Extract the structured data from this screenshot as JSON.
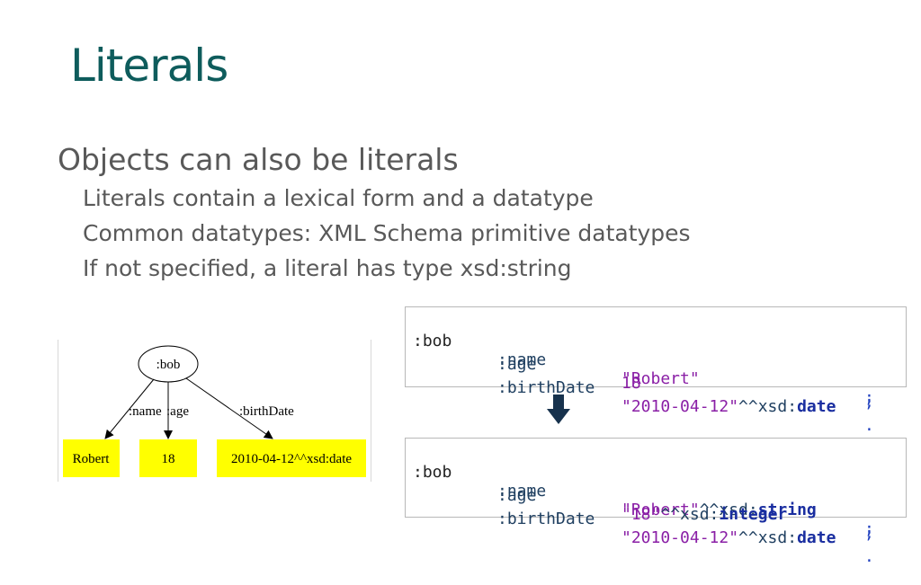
{
  "slide": {
    "title": "Literals",
    "main_bullet": "Objects can also be literals",
    "sub_bullets": [
      "Literals contain a lexical form and a datatype",
      "Common datatypes: XML Schema primitive datatypes",
      "If not specified, a literal has type xsd:string"
    ]
  },
  "diagram": {
    "subject": ":bob",
    "edges": [
      ":name",
      ":age",
      ":birthDate"
    ],
    "objects": [
      "Robert",
      "18",
      "2010-04-12^^xsd:date"
    ],
    "object_fill": "#ffff00"
  },
  "code_before": {
    "subject": ":bob",
    "rows": [
      {
        "pred": ":name",
        "obj": "\"Robert\"",
        "sep": ";"
      },
      {
        "pred": ":age",
        "obj": "18",
        "sep": ";"
      },
      {
        "pred": ":birthDate",
        "obj_lex": "\"2010-04-12\"",
        "obj_type_prefix": "^^xsd:",
        "obj_type": "date",
        "sep": "."
      }
    ]
  },
  "code_after": {
    "subject": ":bob",
    "rows": [
      {
        "pred": ":name",
        "obj_lex": "\"Robert\"",
        "obj_type_prefix": "^^xsd:",
        "obj_type": "string",
        "sep": ";"
      },
      {
        "pred": ":age",
        "obj_lex": "\"18\"",
        "obj_type_prefix": "^^xsd:",
        "obj_type": "integer",
        "sep": ";"
      },
      {
        "pred": ":birthDate",
        "obj_lex": "\"2010-04-12\"",
        "obj_type_prefix": "^^xsd:",
        "obj_type": "date",
        "sep": "."
      }
    ]
  },
  "colors": {
    "title": "#0e5c5c",
    "body_text": "#595959",
    "arrow": "#17324d"
  },
  "icons": {
    "transition_arrow": "down-arrow-icon"
  }
}
